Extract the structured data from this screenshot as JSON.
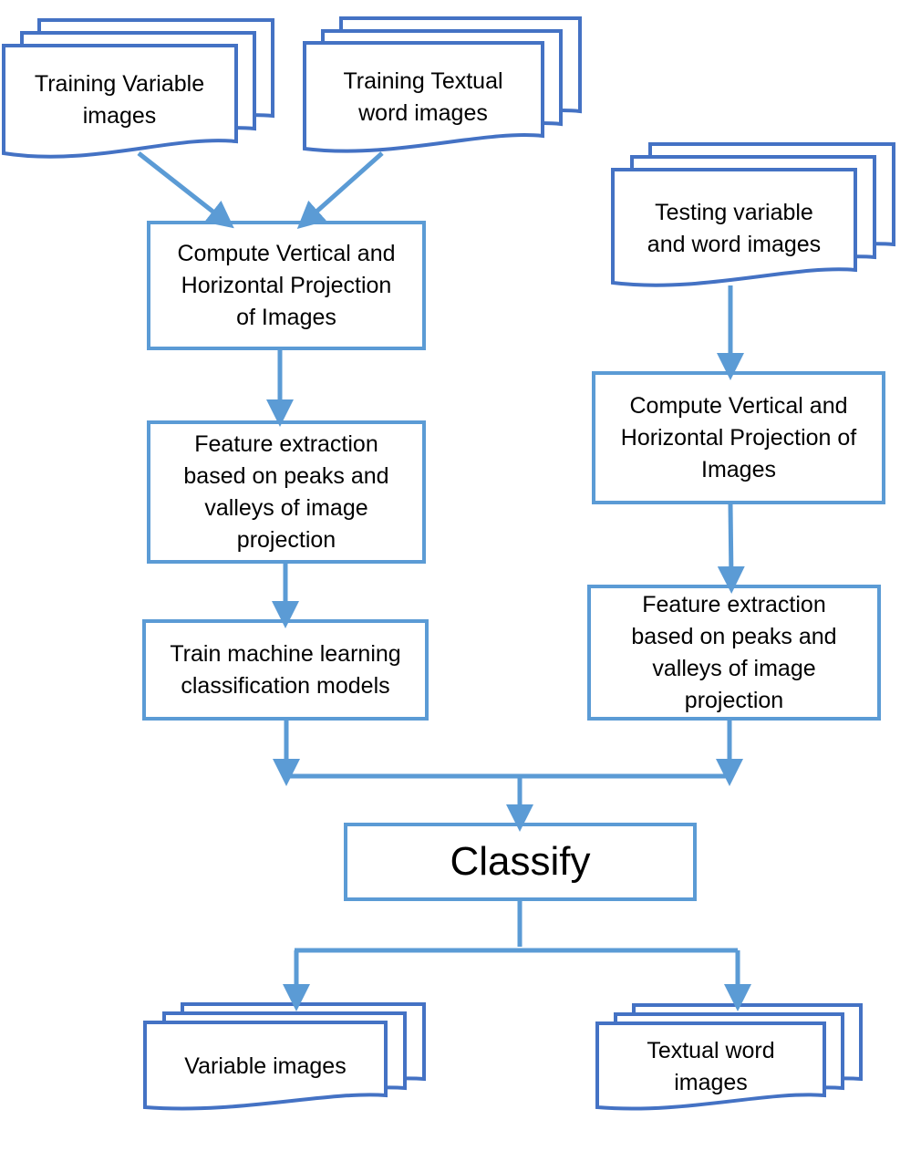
{
  "colors": {
    "doc_stroke": "#4472c4",
    "box_stroke": "#5b9bd5",
    "arrow": "#5b9bd5",
    "text": "#000000"
  },
  "inputs": {
    "training_variable": "Training Variable\nimages",
    "training_textual": "Training Textual\nword images",
    "testing": "Testing variable\nand word images"
  },
  "training": {
    "projection": "Compute Vertical and\nHorizontal Projection\nof Images",
    "features": "Feature extraction\nbased on peaks and\nvalleys of image\nprojection",
    "train": "Train machine learning\nclassification models"
  },
  "testing": {
    "projection": "Compute Vertical and\nHorizontal Projection of\nImages",
    "features": "Feature extraction\nbased on peaks and\nvalleys of image\nprojection"
  },
  "classify": "Classify",
  "outputs": {
    "variable": "Variable images",
    "textual": "Textual word\nimages"
  }
}
